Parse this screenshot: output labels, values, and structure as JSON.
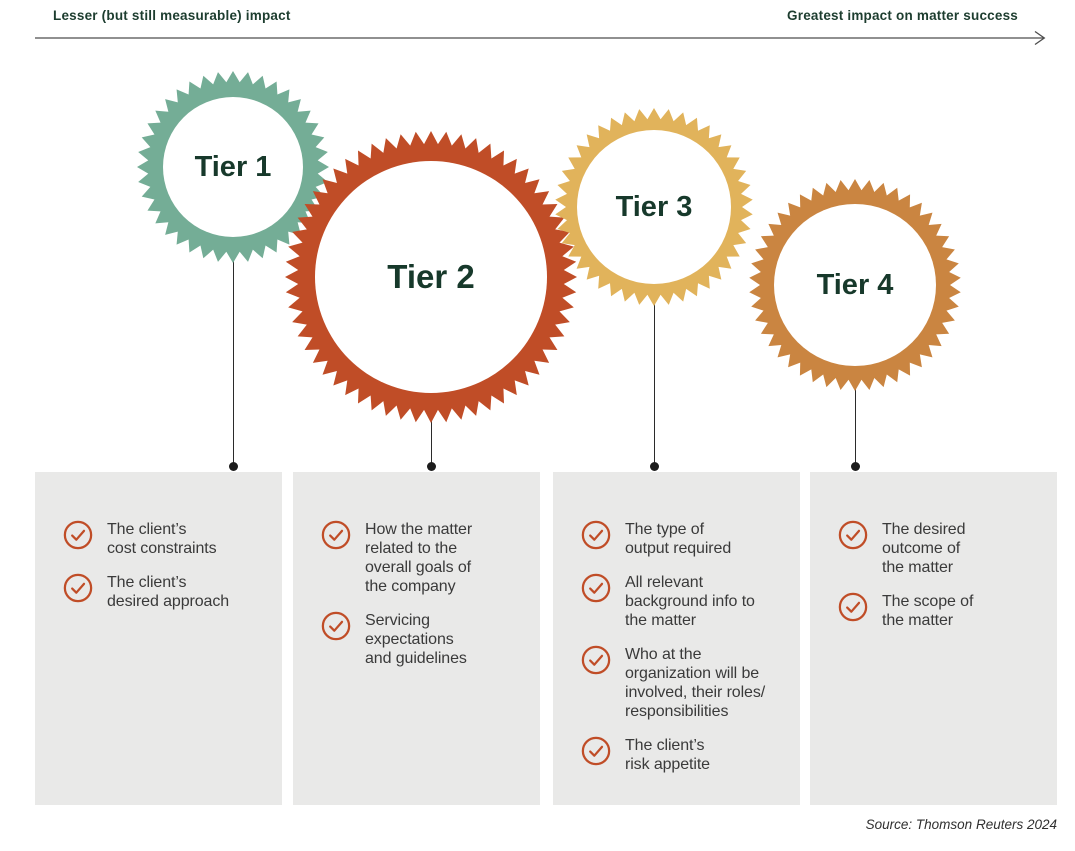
{
  "header": {
    "left_label": "Lesser (but still measurable) impact",
    "right_label": "Greatest impact on matter success"
  },
  "tiers": [
    {
      "label": "Tier 1",
      "color": "#74ad96",
      "items": [
        "The client’s\ncost constraints",
        "The client’s\ndesired approach"
      ]
    },
    {
      "label": "Tier 2",
      "color": "#c04d27",
      "items": [
        "How the matter\nrelated to the\noverall goals of\nthe company",
        "Servicing\nexpectations\nand guidelines"
      ]
    },
    {
      "label": "Tier 3",
      "color": "#e1b35b",
      "items": [
        "The type of\noutput required",
        "All relevant\nbackground info to\nthe matter",
        "Who at the\norganization will be\ninvolved, their roles/\nresponsibilities",
        "The client’s\nrisk appetite"
      ]
    },
    {
      "label": "Tier 4",
      "color": "#ca8541",
      "items": [
        "The desired\noutcome of\nthe matter",
        "The scope of\nthe matter"
      ]
    }
  ],
  "check_icon": {
    "name": "check-circle-icon",
    "color": "#c04d27"
  },
  "colors": {
    "tier_label_text": "#17392b",
    "header_text": "#1d3d2f",
    "body_text": "#3a3a3a",
    "box_background": "#e9e9e8",
    "axis_line": "#4d4d4d",
    "connector": "#1c1c1c"
  },
  "source": "Source: Thomson Reuters 2024"
}
